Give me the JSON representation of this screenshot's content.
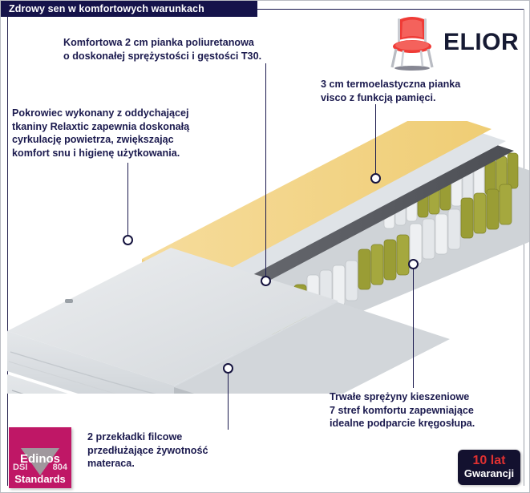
{
  "header": {
    "banner_title": "Zdrowy sen w komfortowych warunkach"
  },
  "logo": {
    "brand": "ELIOR",
    "chair_icon": "red-chair-icon"
  },
  "annotations": {
    "polyurethane_foam": "Komfortowa 2 cm pianka poliuretanowa\no doskonałej sprężystości i gęstości T30.",
    "visco_foam": "3 cm termoelastyczna pianka\nvisco z funkcją pamięci.",
    "cover": "Pokrowiec wykonany z oddychającej\ntkaniny Relaxtic zapewnia doskonałą\ncyrkulację powietrza, zwiększając\nkomfort snu i higienę użytkowania.",
    "pocket_springs": "Trwałe sprężyny kieszeniowe\n7 stref komfortu zapewniające\nidealne podparcie kręgosłupa.",
    "felt_layers": "2 przekładki filcowe\nprzedłużające  żywotność\nmateraca."
  },
  "badges": {
    "edinos": {
      "name": "Edinos",
      "code_left": "DSI",
      "code_right": "804",
      "standards": "Standards"
    },
    "warranty": {
      "years": "10 lat",
      "label": "Gwarancji"
    }
  },
  "colors": {
    "navy": "#15134a",
    "foam_yellow": "#f4d58a",
    "spring_olive": "#9a9d35",
    "badge_magenta": "#bf1766",
    "accent_red": "#e03131"
  }
}
